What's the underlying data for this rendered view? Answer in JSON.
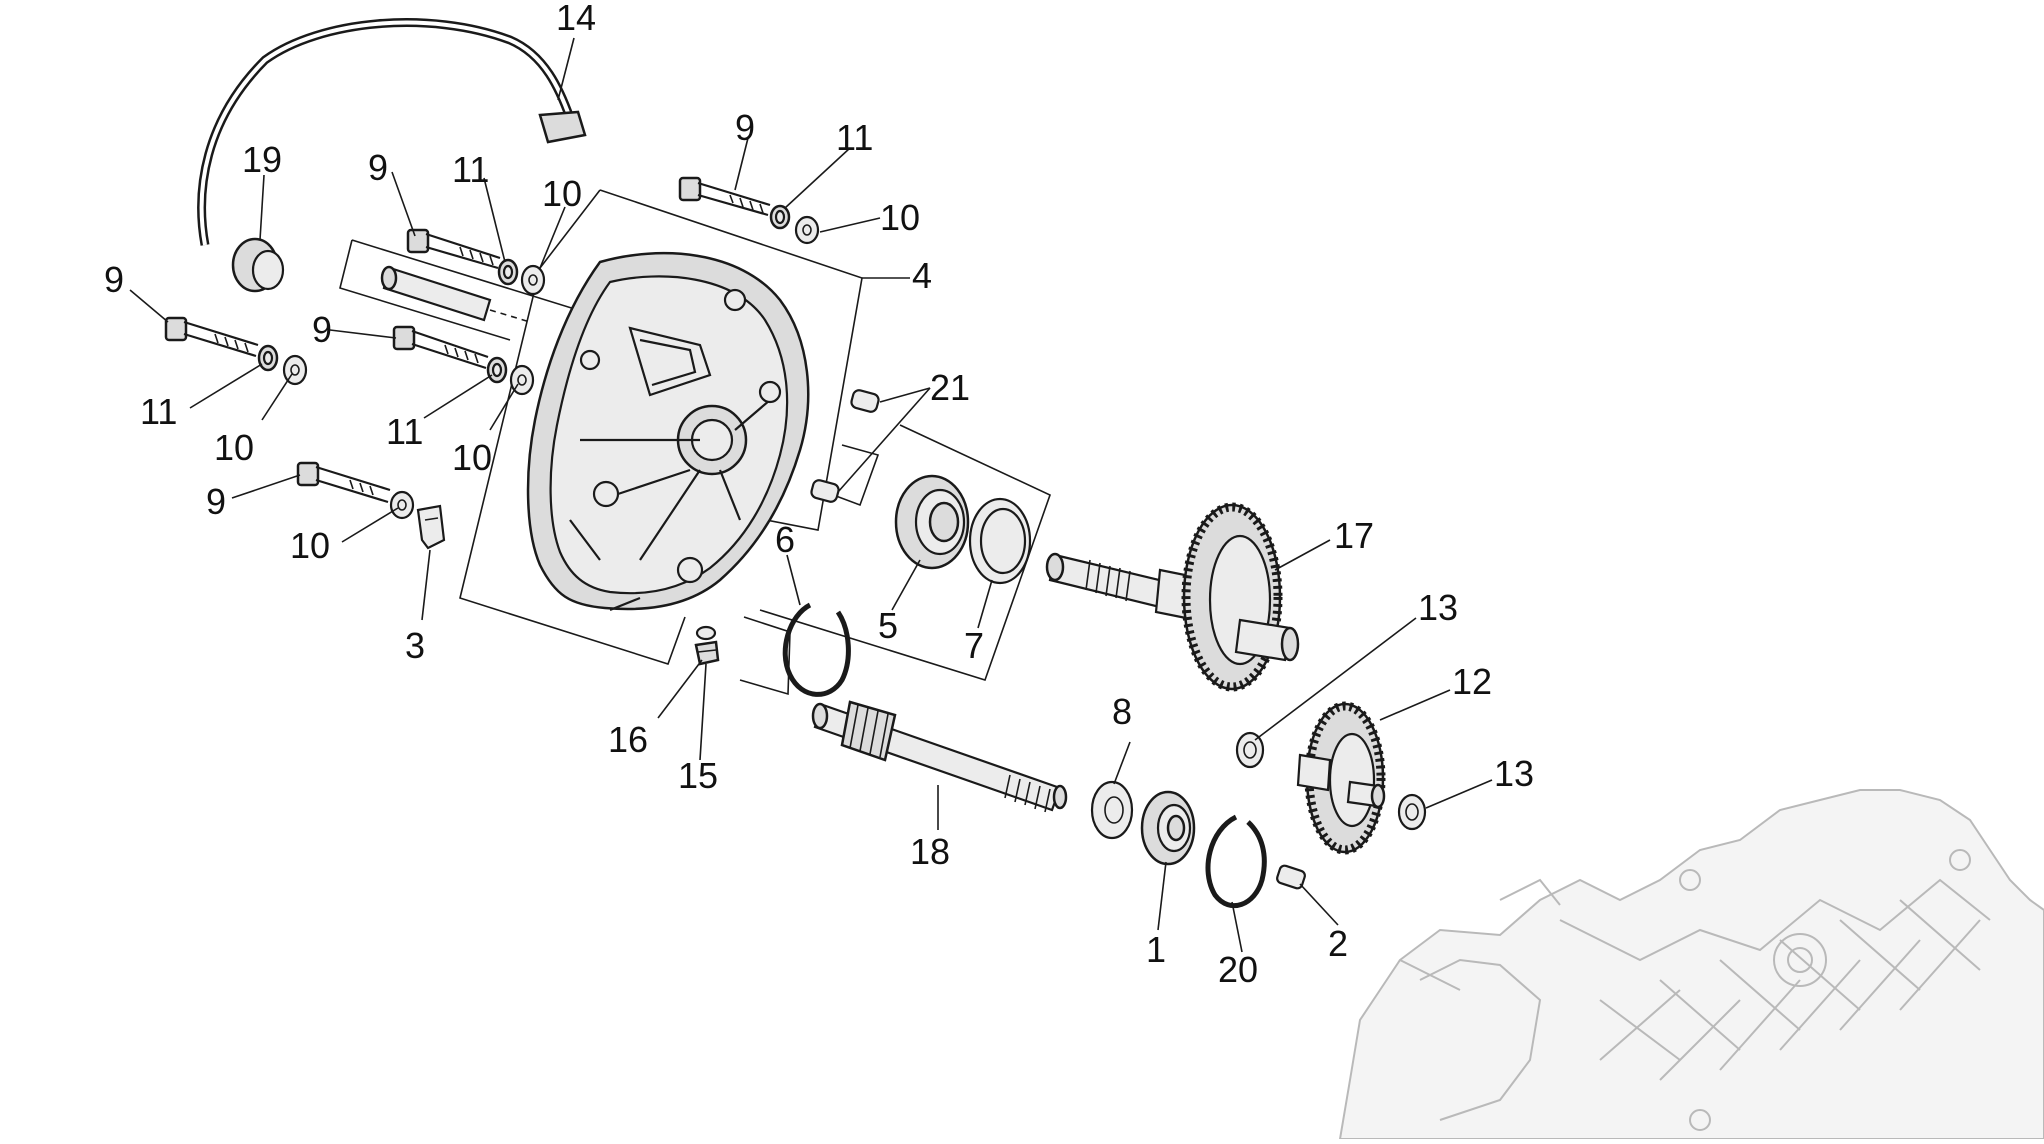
{
  "diagram": {
    "callouts": {
      "c1": "1",
      "c2": "2",
      "c3": "3",
      "c4": "4",
      "c5": "5",
      "c6": "6",
      "c7": "7",
      "c8": "8",
      "c9a": "9",
      "c9b": "9",
      "c9c": "9",
      "c9d": "9",
      "c9e": "9",
      "c10a": "10",
      "c10b": "10",
      "c10c": "10",
      "c10d": "10",
      "c10e": "10",
      "c11a": "11",
      "c11b": "11",
      "c11c": "11",
      "c11d": "11",
      "c12": "12",
      "c13a": "13",
      "c13b": "13",
      "c14": "14",
      "c15": "15",
      "c16": "16",
      "c17": "17",
      "c18": "18",
      "c19": "19",
      "c20": "20",
      "c21": "21"
    }
  }
}
